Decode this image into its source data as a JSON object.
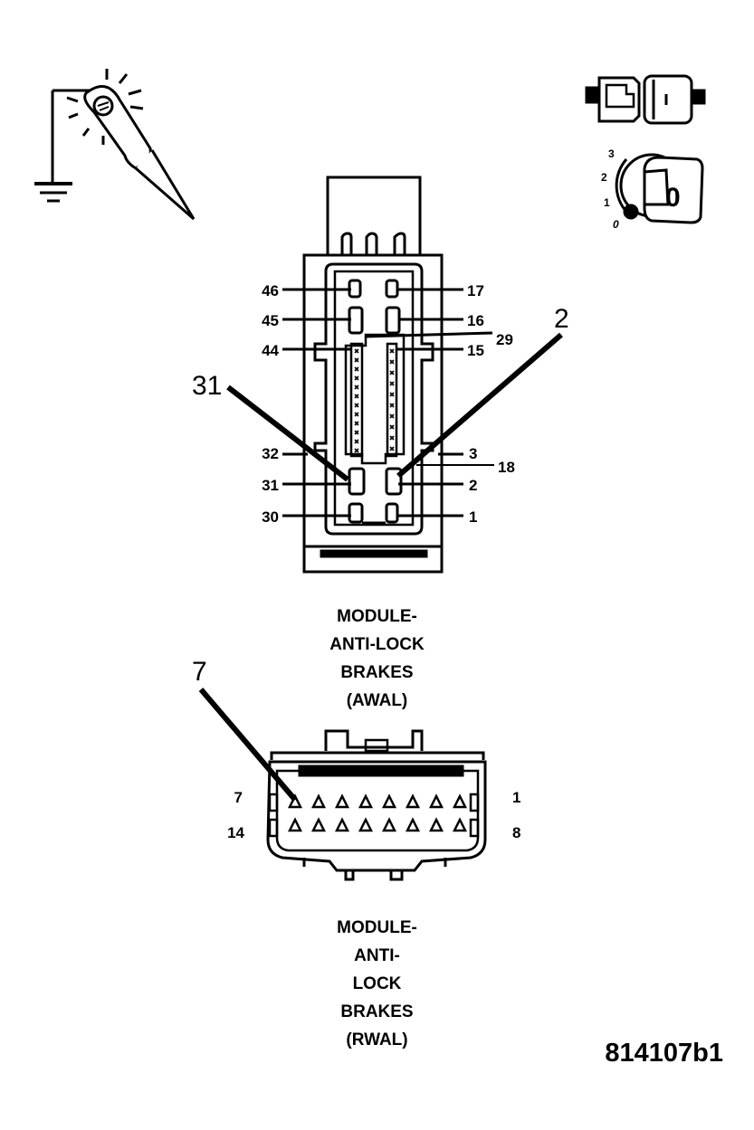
{
  "awal_connector": {
    "pin_labels": {
      "p46": "46",
      "p45": "45",
      "p44": "44",
      "p17": "17",
      "p16": "16",
      "p29": "29",
      "p15": "15",
      "p32": "32",
      "p31": "31",
      "p30": "30",
      "p3": "3",
      "p18": "18",
      "p2": "2",
      "p1": "1"
    },
    "callouts": {
      "left": "31",
      "right": "2"
    },
    "caption": [
      "MODULE-",
      "ANTI-LOCK",
      "BRAKES",
      "(AWAL)"
    ]
  },
  "rwal_connector": {
    "pin_labels": {
      "p7": "7",
      "p14": "14",
      "p1": "1",
      "p8": "8"
    },
    "callout": "7",
    "caption": [
      "MODULE-",
      "ANTI-",
      "LOCK",
      "BRAKES",
      "(RWAL)"
    ]
  },
  "ignition_icon": {
    "positions": [
      "3",
      "2",
      "1",
      "0"
    ],
    "key_label": "0"
  },
  "figure_id": "814107b1"
}
